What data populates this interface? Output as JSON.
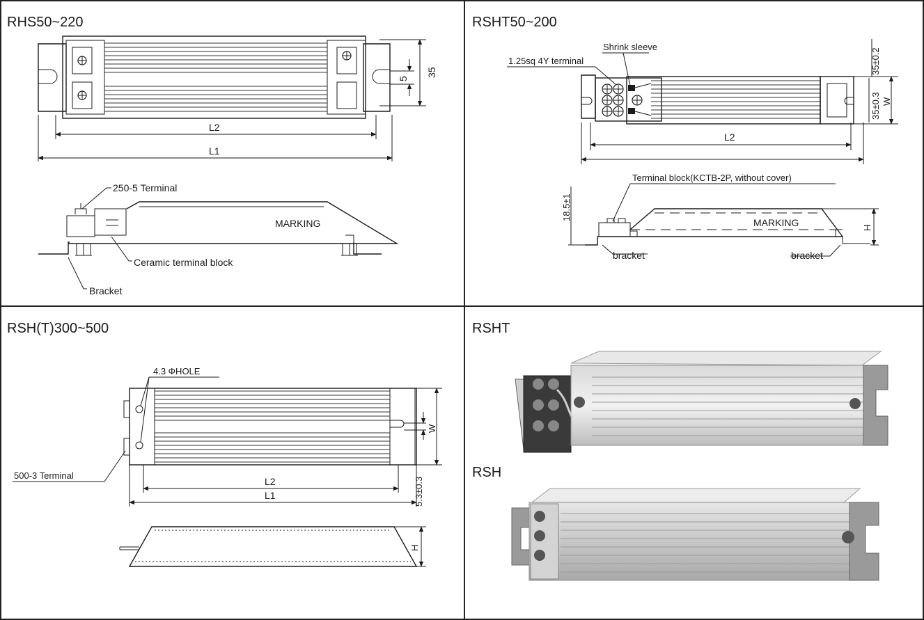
{
  "panels": {
    "top_left": {
      "title": "RHS50~220",
      "dims": {
        "l2": "L2",
        "l1": "L1",
        "d5": "5",
        "d35": "35"
      },
      "callouts": {
        "terminal": "250-5 Terminal",
        "marking": "MARKING",
        "ceramic": "Ceramic terminal block",
        "bracket": "Bracket"
      }
    },
    "top_right": {
      "title": "RSHT50~200",
      "callouts": {
        "shrink": "Shrink sleeve",
        "terminal": "1.25sq 4Y terminal",
        "block": "Terminal block(KCTB-2P, without cover)",
        "marking": "MARKING",
        "bracket_left": "bracket",
        "bracket_right": "bracket"
      },
      "dims": {
        "d35a": "35±0.2",
        "d35b": "35±0.3",
        "w": "W",
        "l2": "L2",
        "d18": "18.5±1",
        "h": "H"
      }
    },
    "bottom_left": {
      "title": "RSH(T)300~500",
      "callouts": {
        "hole": "4.3 ΦHOLE",
        "terminal": "500-3 Terminal"
      },
      "dims": {
        "l2": "L2",
        "l1": "L1",
        "w": "W",
        "d53": "5.3±0.3",
        "h": "H"
      }
    },
    "bottom_right": {
      "title": "RSHT",
      "subtitle": "RSH"
    }
  }
}
